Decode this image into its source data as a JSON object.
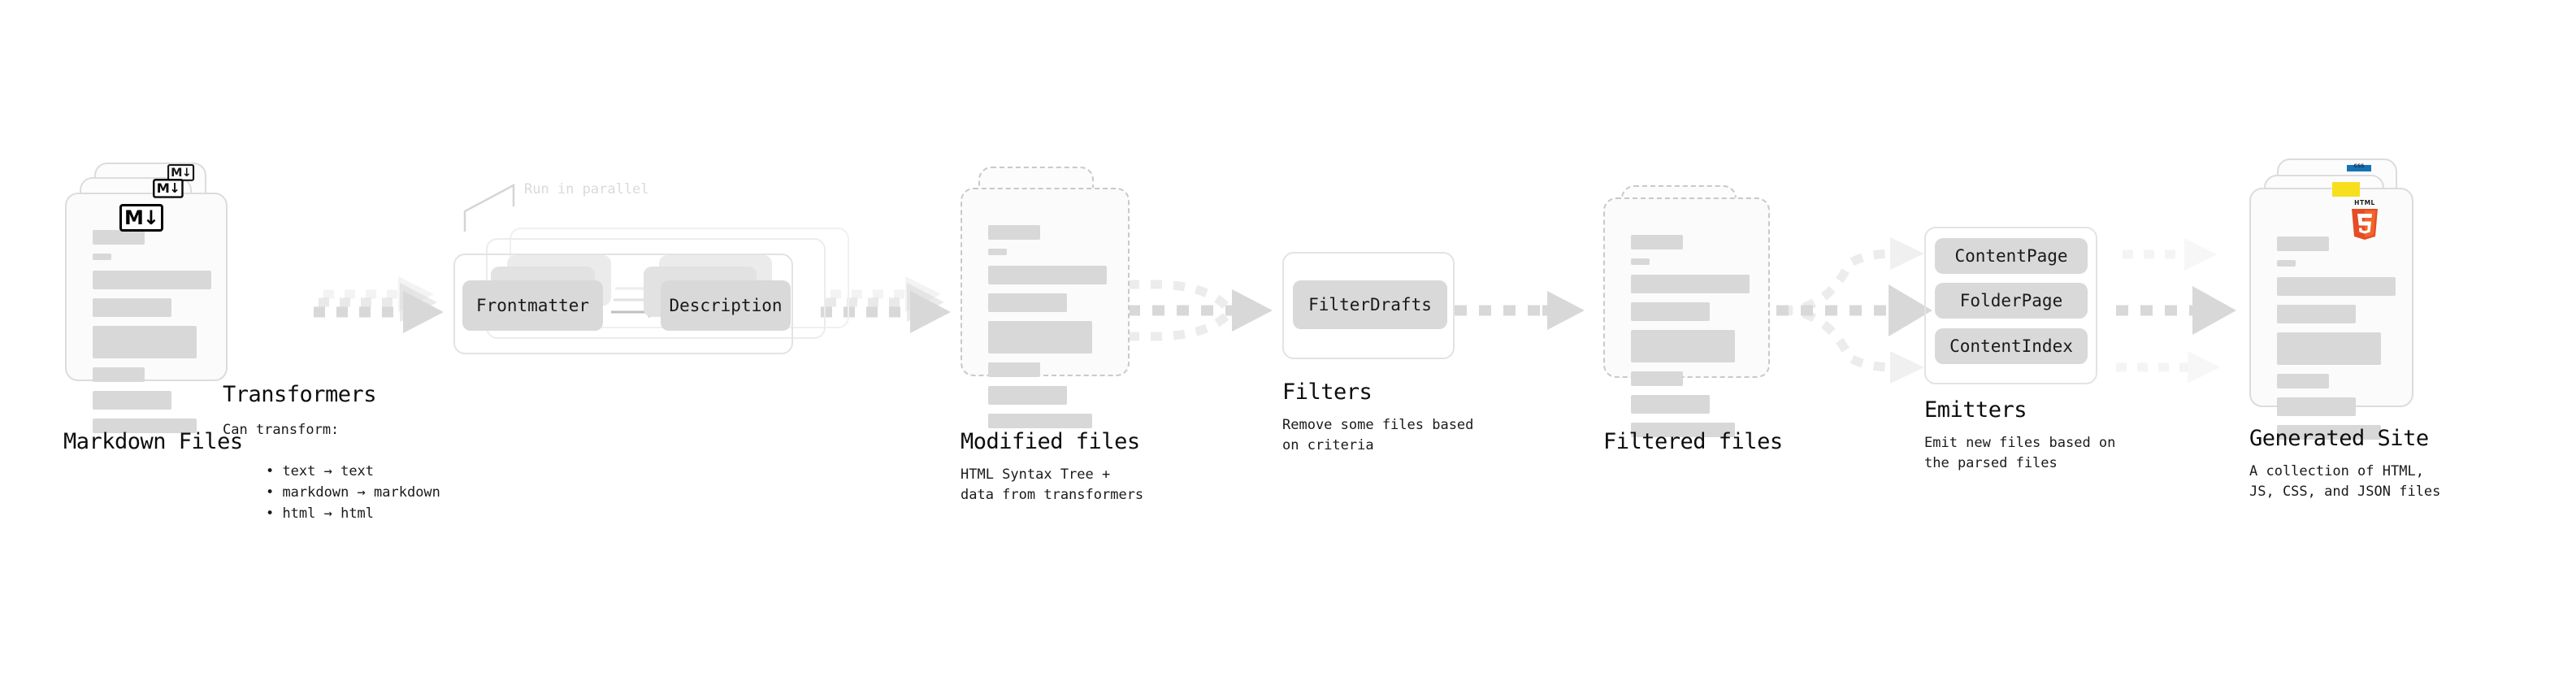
{
  "diagram": {
    "title_font": "monospace",
    "accent_colors": {
      "doc_fill": "#fbfbfb",
      "doc_border": "#dcdcdc",
      "line_fill": "#d8d8d8",
      "pill_fill": "#d9d9d9",
      "arrow_fill": "#d8d8d8",
      "html5_orange": "#E44D26",
      "html5_orange_light": "#F16529",
      "js_yellow": "#F7DF1E",
      "css_blue": "#1572B6"
    }
  },
  "stages": [
    {
      "id": "markdown-files",
      "title": "Markdown Files",
      "caption": "",
      "badge": "markdown-badge",
      "badge_text": "M"
    },
    {
      "id": "transformers",
      "title": "Transformers",
      "caption": "Can transform:",
      "parallel_label": "Run in parallel",
      "pills": [
        "Frontmatter",
        "Description"
      ],
      "bullets": [
        "text → text",
        "markdown → markdown",
        "html → html"
      ]
    },
    {
      "id": "modified-files",
      "title": "Modified files",
      "caption_line1": "HTML Syntax Tree +",
      "caption_line2": "data from transformers"
    },
    {
      "id": "filters",
      "title": "Filters",
      "pills": [
        "FilterDrafts"
      ],
      "caption_line1": "Remove some files based",
      "caption_line2": "on criteria"
    },
    {
      "id": "filtered-files",
      "title": "Filtered files",
      "caption_line1": "",
      "caption_line2": ""
    },
    {
      "id": "emitters",
      "title": "Emitters",
      "pills": [
        "ContentPage",
        "FolderPage",
        "ContentIndex"
      ],
      "caption_line1": "Emit new files based on",
      "caption_line2": "the parsed files"
    },
    {
      "id": "generated-site",
      "title": "Generated Site",
      "caption_line1": "A collection of HTML,",
      "caption_line2": "JS, CSS, and JSON files",
      "badges": [
        "css-badge",
        "js-badge",
        "html5-badge"
      ],
      "badge_texts": {
        "css": "CSS",
        "js": "JS",
        "html5": "HTML"
      }
    }
  ]
}
